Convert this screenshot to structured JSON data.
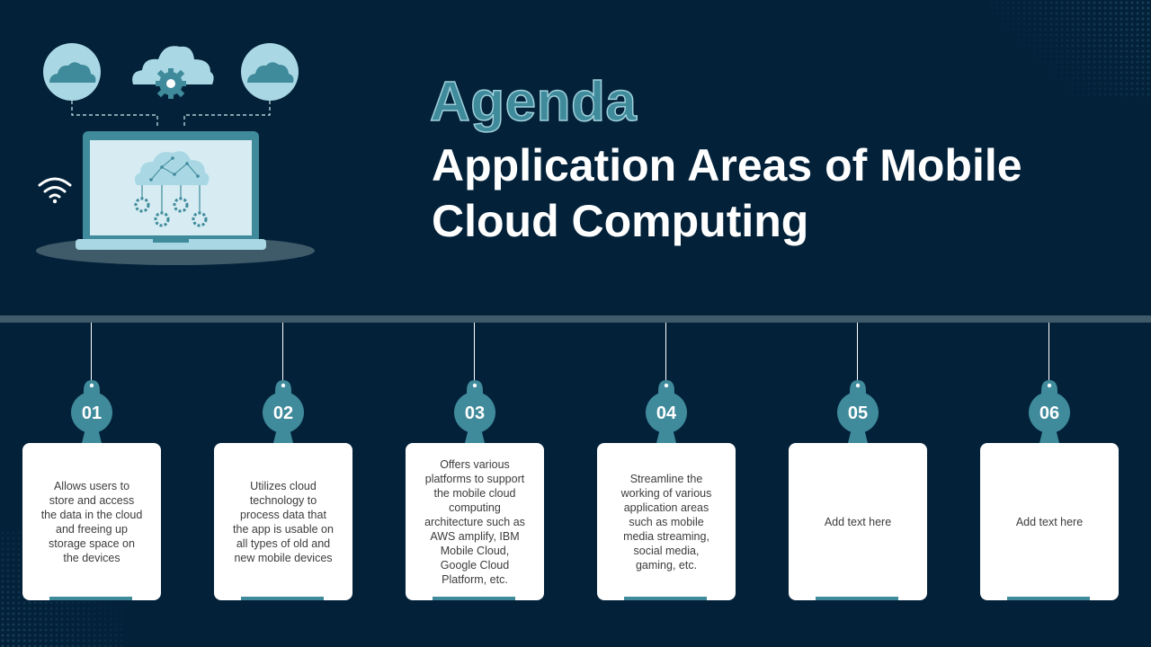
{
  "colors": {
    "background": "#03223a",
    "accent_teal": "#3f8a9b",
    "light_blue": "#a9d8e4",
    "card": "#ffffff",
    "rail": "#3f5a69"
  },
  "header": {
    "heading": "Agenda",
    "title": "Application Areas of Mobile Cloud Computing"
  },
  "illustration": {
    "icons": [
      "cloud-icon",
      "cloud-gear-icon",
      "cloud-icon",
      "laptop-icon",
      "wifi-icon"
    ]
  },
  "items": [
    {
      "number": "01",
      "text": "Allows users to\nstore and access\nthe data in the cloud\nand freeing up\nstorage space on\nthe devices"
    },
    {
      "number": "02",
      "text": "Utilizes cloud\ntechnology to\nprocess data that\nthe app is usable on\nall types of old and\nnew mobile devices"
    },
    {
      "number": "03",
      "text": "Offers various\nplatforms to support\nthe mobile cloud\ncomputing\narchitecture such as\nAWS amplify, IBM\nMobile Cloud,\nGoogle Cloud\nPlatform, etc."
    },
    {
      "number": "04",
      "text": "Streamline the\nworking of various\napplication areas\nsuch as mobile\nmedia streaming,\nsocial media,\ngaming, etc."
    },
    {
      "number": "05",
      "text": "Add text here"
    },
    {
      "number": "06",
      "text": "Add text here"
    }
  ]
}
